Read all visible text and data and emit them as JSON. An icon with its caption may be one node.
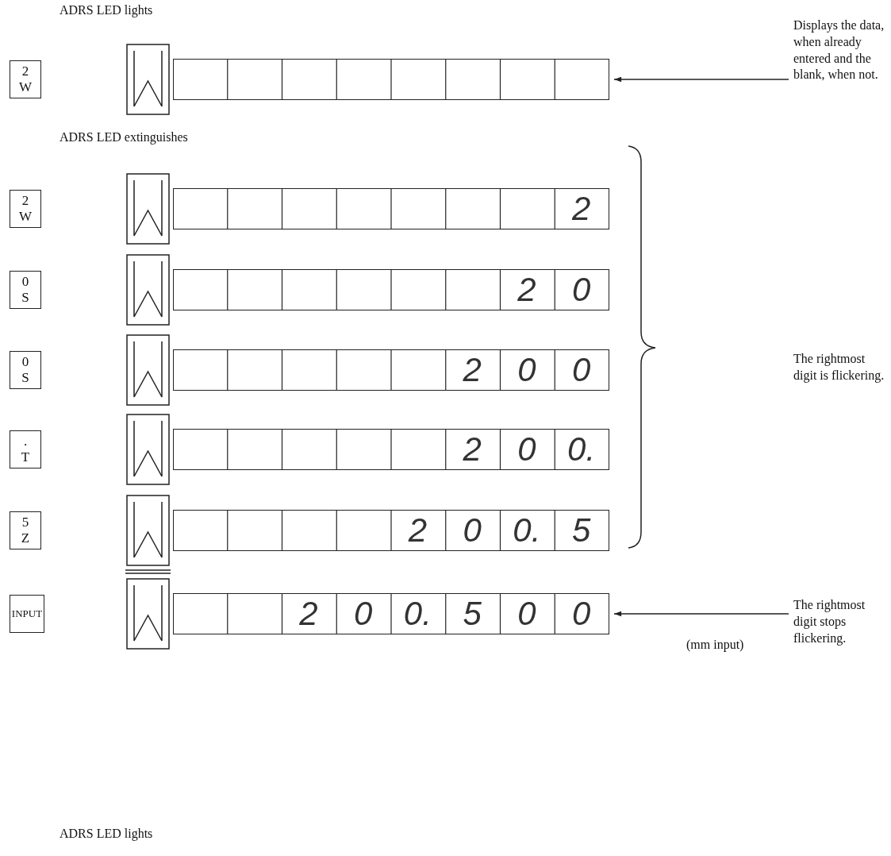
{
  "diagram": {
    "nodes": [
      {
        "text": [
          "2 W"
        ]
      },
      {
        "text": [],
        "shape": "box"
      },
      {
        "text": [
          "Displays the data, when already entered and the blank, when not."
        ]
      },
      {
        "text": [
          "2 W"
        ]
      },
      {
        "text": [
          "2"
        ]
      },
      {
        "text": [
          "0 S"
        ]
      },
      {
        "text": [
          "2",
          "0"
        ]
      },
      {
        "text": [
          "0 S"
        ]
      },
      {
        "text": [
          "2",
          "0",
          "0"
        ]
      },
      {
        "text": [
          ". T"
        ]
      },
      {
        "text": [
          "2",
          "0",
          "0."
        ]
      },
      {
        "text": [
          "5 Z"
        ]
      },
      {
        "text": [
          "2",
          "0",
          "0.",
          "5"
        ]
      },
      {
        "text": [
          "INPUT"
        ]
      },
      {
        "text": [
          "2",
          "0",
          "0.",
          "5",
          "0",
          "0"
        ]
      },
      {
        "text": [
          "The rightmost digit stops flickering."
        ]
      }
    ],
    "edges": [
      {
        "from": 2,
        "to": 1,
        "arrow": "to"
      },
      {
        "from": 15,
        "to": 14,
        "arrow": "to"
      }
    ],
    "labels": [
      "ADRS LED lights",
      "ADRS LED extinguishes",
      "The rightmost digit is flickering.",
      "(mm input)",
      "ADRS LED lights"
    ]
  }
}
